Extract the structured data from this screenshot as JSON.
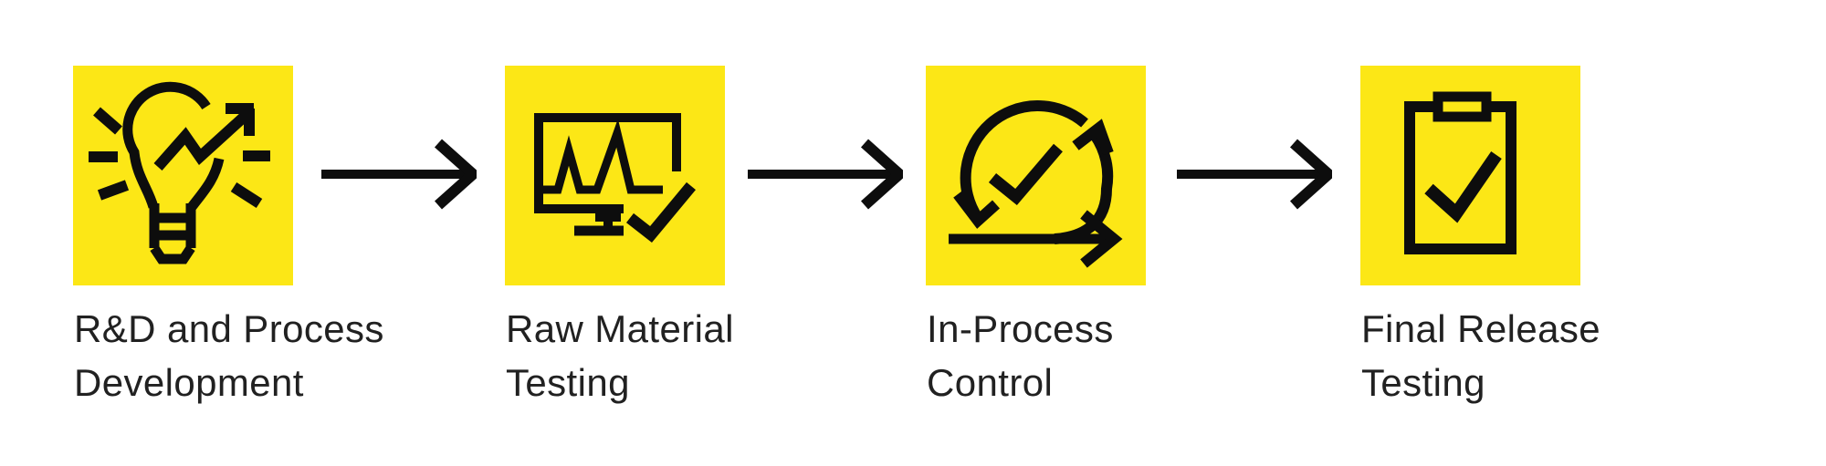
{
  "colors": {
    "tile_yellow": "#FCE716",
    "icon_black": "#0d0d0d",
    "text_dark": "#212121",
    "background": "#ffffff"
  },
  "steps": [
    {
      "id": "rd-and-process-development",
      "icon": "lightbulb-trend-icon",
      "line1": "R&D and Process",
      "line2": "Development"
    },
    {
      "id": "raw-material-testing",
      "icon": "monitor-waveform-check-icon",
      "line1": "Raw Material",
      "line2": "Testing"
    },
    {
      "id": "in-process-control",
      "icon": "sprint-cycle-check-icon",
      "line1": "In-Process",
      "line2": "Control"
    },
    {
      "id": "final-release-testing",
      "icon": "clipboard-check-icon",
      "line1": "Final Release",
      "line2": "Testing"
    }
  ],
  "connectors": [
    {
      "type": "arrow-right"
    },
    {
      "type": "arrow-right"
    },
    {
      "type": "arrow-right"
    }
  ]
}
